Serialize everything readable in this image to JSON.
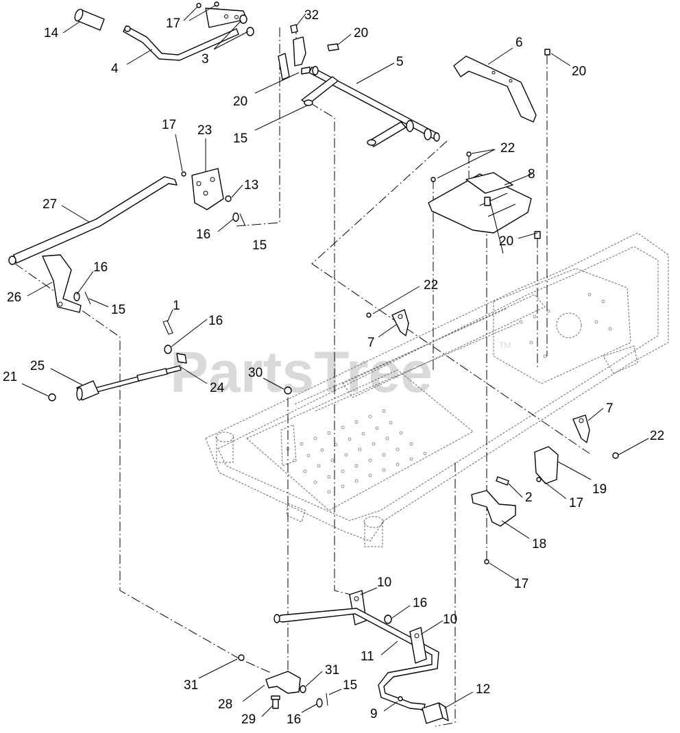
{
  "watermark": {
    "text": "PartsTree",
    "trademark": "TM"
  },
  "callouts": {
    "c14": "14",
    "c17a": "17",
    "c3": "3",
    "c4": "4",
    "c32": "32",
    "c20a": "20",
    "c5": "5",
    "c20b": "20",
    "c15a": "15",
    "c6": "6",
    "c20c": "20",
    "c17b": "17",
    "c23": "23",
    "c13": "13",
    "c16a": "16",
    "c15b": "15",
    "c27": "27",
    "c22a": "22",
    "c8": "8",
    "c20d": "20",
    "c16b": "16",
    "c15c": "15",
    "c26": "26",
    "c1": "1",
    "c16c": "16",
    "c22b": "22",
    "c7a": "7",
    "c25": "25",
    "c21": "21",
    "c24": "24",
    "c30": "30",
    "c7b": "7",
    "c22c": "22",
    "c19": "19",
    "c2": "2",
    "c17c": "17",
    "c18": "18",
    "c17d": "17",
    "c10a": "10",
    "c16d": "16",
    "c10b": "10",
    "c11": "11",
    "c31a": "31",
    "c31b": "31",
    "c15d": "15",
    "c12": "12",
    "c28": "28",
    "c29": "29",
    "c16e": "16",
    "c9": "9"
  }
}
